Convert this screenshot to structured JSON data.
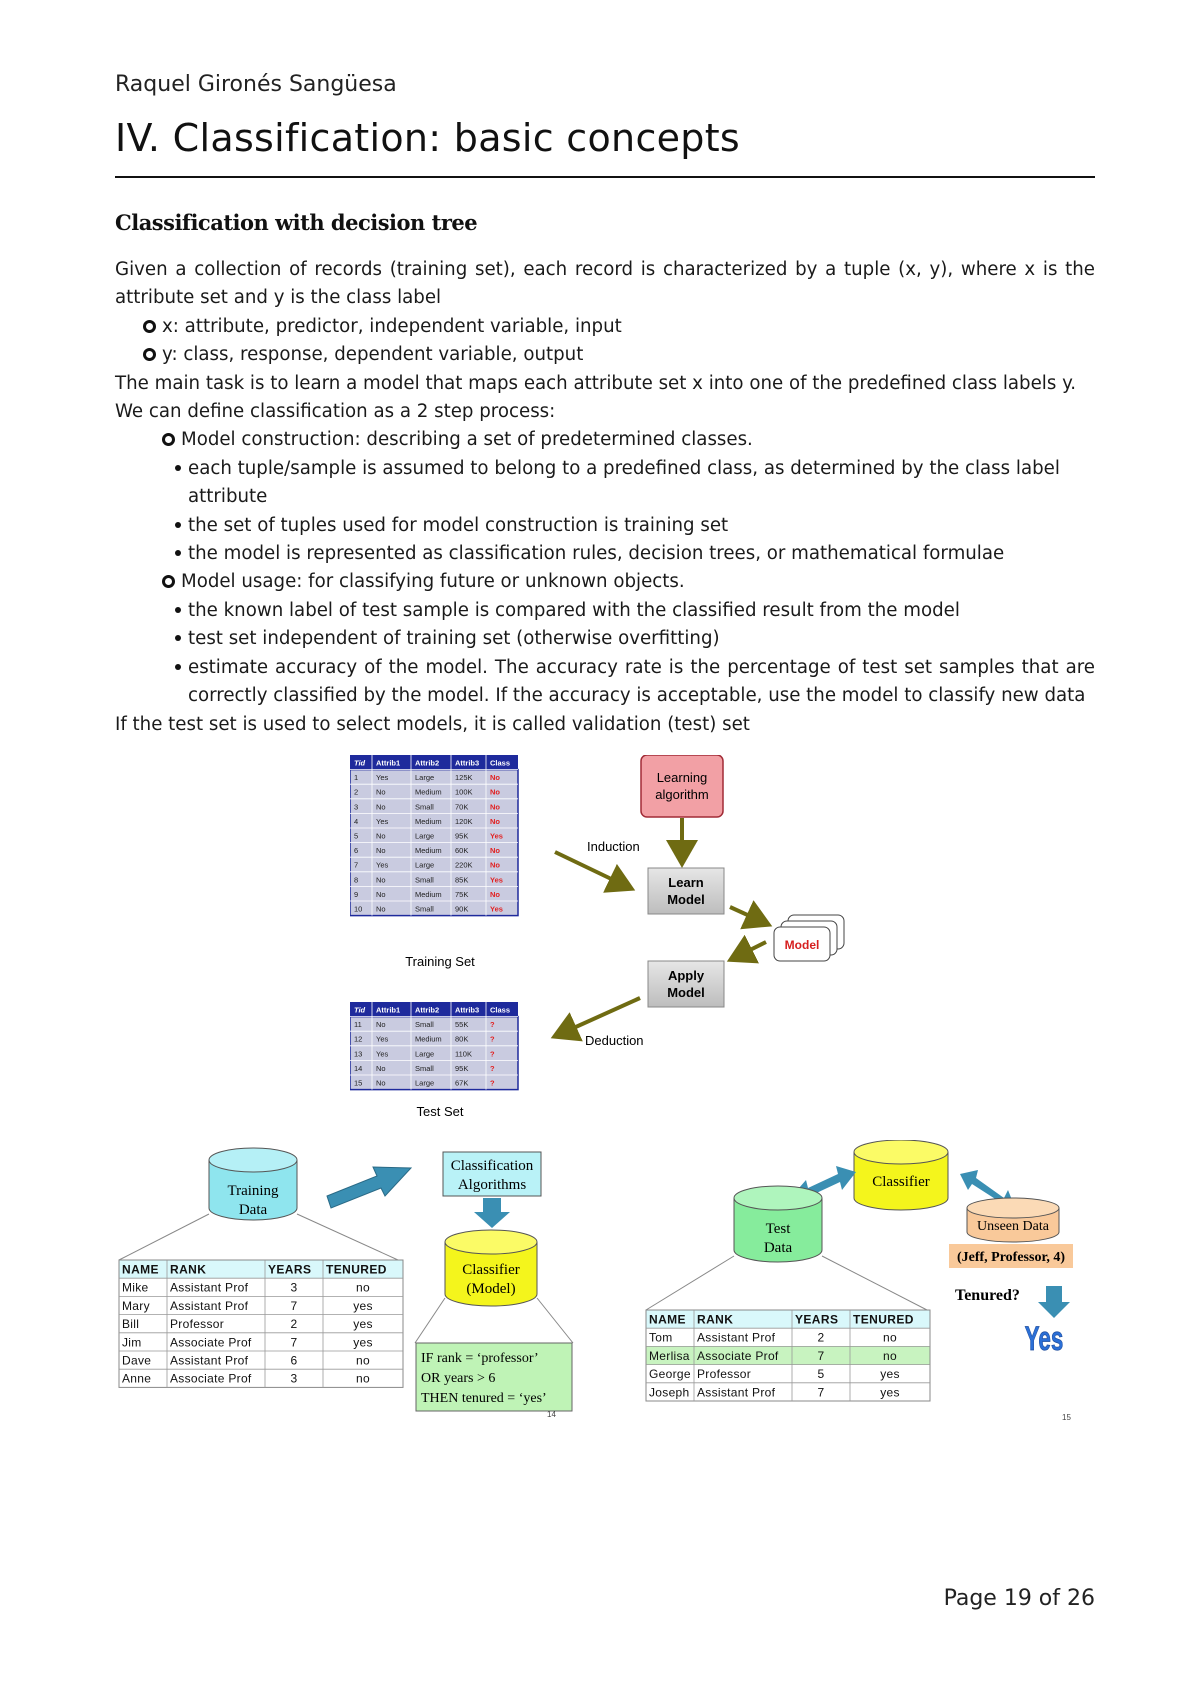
{
  "header": {
    "author": "Raquel Gironés Sangüesa"
  },
  "chapter_title": "IV.  Classification: basic concepts",
  "section_title": "Classification with decision tree",
  "paragraphs": {
    "p1": "Given a collection of records (training set), each record is characterized by a tuple (x, y), where x is the attribute set and y is the class label",
    "b1": "x: attribute, predictor, independent variable, input",
    "b2": "y: class, response, dependent variable, output",
    "p2": "The main task is to learn a model that maps each attribute set x into one of the predefined class labels y.",
    "p3": "We can define classification as a 2 step process:",
    "step1": "Model construction: describing a set of predetermined classes.",
    "step1_items": [
      "each tuple/sample is assumed to belong to a predefined class, as determined by the class label attribute",
      "the set of tuples used for model construction is training set",
      "the model is represented as classification rules, decision trees, or mathematical formulae"
    ],
    "step2": "Model usage: for classifying future or unknown objects.",
    "step2_items": [
      "the known label of test sample is compared with the classified result from the model",
      "test set independent of training set (otherwise overfitting)",
      "estimate accuracy of the model. The accuracy rate is the percentage of test set samples that are correctly classified by the model. If the accuracy is acceptable, use the model to classify new data"
    ],
    "p4": "If the test set is used to select models, it is called validation (test) set"
  },
  "figure1": {
    "training_table": {
      "headers": [
        "Tid",
        "Attrib1",
        "Attrib2",
        "Attrib3",
        "Class"
      ],
      "rows": [
        [
          "1",
          "Yes",
          "Large",
          "125K",
          "No"
        ],
        [
          "2",
          "No",
          "Medium",
          "100K",
          "No"
        ],
        [
          "3",
          "No",
          "Small",
          "70K",
          "No"
        ],
        [
          "4",
          "Yes",
          "Medium",
          "120K",
          "No"
        ],
        [
          "5",
          "No",
          "Large",
          "95K",
          "Yes"
        ],
        [
          "6",
          "No",
          "Medium",
          "60K",
          "No"
        ],
        [
          "7",
          "Yes",
          "Large",
          "220K",
          "No"
        ],
        [
          "8",
          "No",
          "Small",
          "85K",
          "Yes"
        ],
        [
          "9",
          "No",
          "Medium",
          "75K",
          "No"
        ],
        [
          "10",
          "No",
          "Small",
          "90K",
          "Yes"
        ]
      ],
      "caption": "Training Set"
    },
    "test_table": {
      "headers": [
        "Tid",
        "Attrib1",
        "Attrib2",
        "Attrib3",
        "Class"
      ],
      "rows": [
        [
          "11",
          "No",
          "Small",
          "55K",
          "?"
        ],
        [
          "12",
          "Yes",
          "Medium",
          "80K",
          "?"
        ],
        [
          "13",
          "Yes",
          "Large",
          "110K",
          "?"
        ],
        [
          "14",
          "No",
          "Small",
          "95K",
          "?"
        ],
        [
          "15",
          "No",
          "Large",
          "67K",
          "?"
        ]
      ],
      "caption": "Test Set"
    },
    "learning_algorithm": [
      "Learning",
      "algorithm"
    ],
    "induction": "Induction",
    "learn_model": [
      "Learn",
      "Model"
    ],
    "model": "Model",
    "apply_model": [
      "Apply",
      "Model"
    ],
    "deduction": "Deduction",
    "colors": {
      "header_bg": "#1e2a9c",
      "table_bg": "#c9cbe0",
      "class_red": "#e21f1f",
      "arrow": "#7c7a1e",
      "algo_fill": "#f2a0a5"
    }
  },
  "figure2": {
    "training_data": [
      "Training",
      "Data"
    ],
    "classification_algorithms": [
      "Classification",
      "Algorithms"
    ],
    "classifier_model": [
      "Classifier",
      "(Model)"
    ],
    "table": {
      "headers": [
        "NAME",
        "RANK",
        "YEARS",
        "TENURED"
      ],
      "rows": [
        [
          "Mike",
          "Assistant Prof",
          "3",
          "no"
        ],
        [
          "Mary",
          "Assistant Prof",
          "7",
          "yes"
        ],
        [
          "Bill",
          "Professor",
          "2",
          "yes"
        ],
        [
          "Jim",
          "Associate Prof",
          "7",
          "yes"
        ],
        [
          "Dave",
          "Assistant Prof",
          "6",
          "no"
        ],
        [
          "Anne",
          "Associate Prof",
          "3",
          "no"
        ]
      ]
    },
    "rule": [
      "IF rank = ‘professor’",
      "OR years > 6",
      "THEN tenured = ‘yes’"
    ],
    "slide_num": "14"
  },
  "figure3": {
    "classifier": "Classifier",
    "test_data": [
      "Test",
      "Data"
    ],
    "unseen_data": "Unseen Data",
    "query": "(Jeff, Professor, 4)",
    "tenured_q": "Tenured?",
    "answer": "Yes",
    "table": {
      "headers": [
        "NAME",
        "RANK",
        "YEARS",
        "TENURED"
      ],
      "rows": [
        [
          "Tom",
          "Assistant Prof",
          "2",
          "no"
        ],
        [
          "Merlisa",
          "Associate Prof",
          "7",
          "no"
        ],
        [
          "George",
          "Professor",
          "5",
          "yes"
        ],
        [
          "Joseph",
          "Assistant Prof",
          "7",
          "yes"
        ]
      ]
    },
    "slide_num": "15"
  },
  "footer": {
    "page": "Page 19 of 26"
  }
}
